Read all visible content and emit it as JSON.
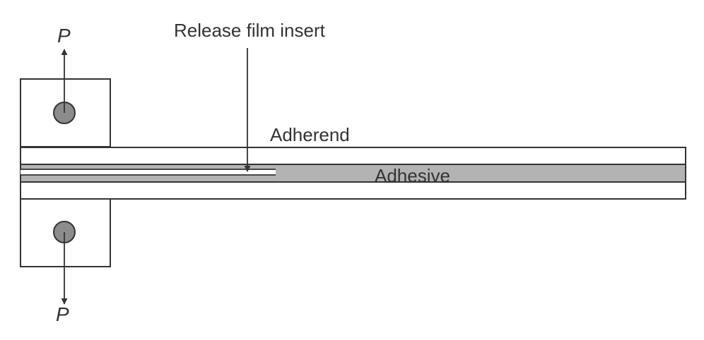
{
  "labels": {
    "force_top": "P",
    "force_bottom": "P",
    "release_film": "Release film insert",
    "adherend": "Adherend",
    "adhesive": "Adhesive"
  },
  "colors": {
    "stroke": "#333333",
    "adhesive_fill": "#b3b3b3",
    "pin_fill": "#8c8c8c",
    "background": "#ffffff"
  }
}
